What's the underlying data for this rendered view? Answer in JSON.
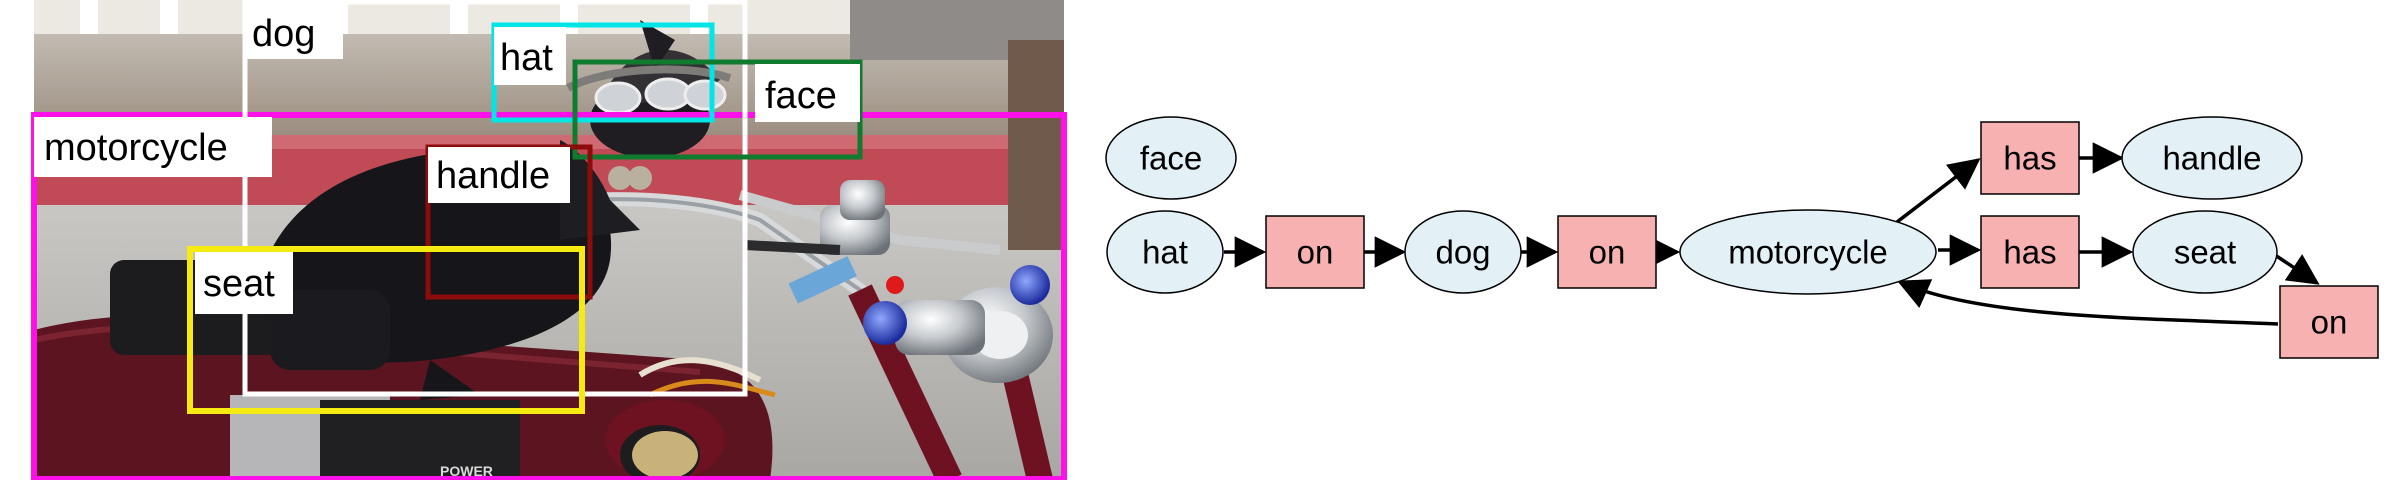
{
  "photo": {
    "box_labels": {
      "dog": "dog",
      "hat": "hat",
      "face": "face",
      "motorcycle": "motorcycle",
      "handle": "handle",
      "seat": "seat"
    },
    "box_colors": {
      "dog": "#ffffff",
      "hat": "#00e5e5",
      "face": "#107a2e",
      "motorcycle": "#ff10e8",
      "handle": "#8c0b0b",
      "seat": "#f5eb10"
    },
    "plate_text": "POWER"
  },
  "graph": {
    "colors": {
      "object_fill": "#e3f1f6",
      "relation_fill": "#f8b1b1",
      "edge": "#000000"
    },
    "objects": {
      "face": "face",
      "hat": "hat",
      "dog": "dog",
      "motorcycle": "motorcycle",
      "handle": "handle",
      "seat": "seat"
    },
    "relations": {
      "hat_on_dog": "on",
      "dog_on_motorcycle": "on",
      "motorcycle_has_handle": "has",
      "motorcycle_has_seat": "has",
      "seat_on_motorcycle": "on"
    }
  }
}
